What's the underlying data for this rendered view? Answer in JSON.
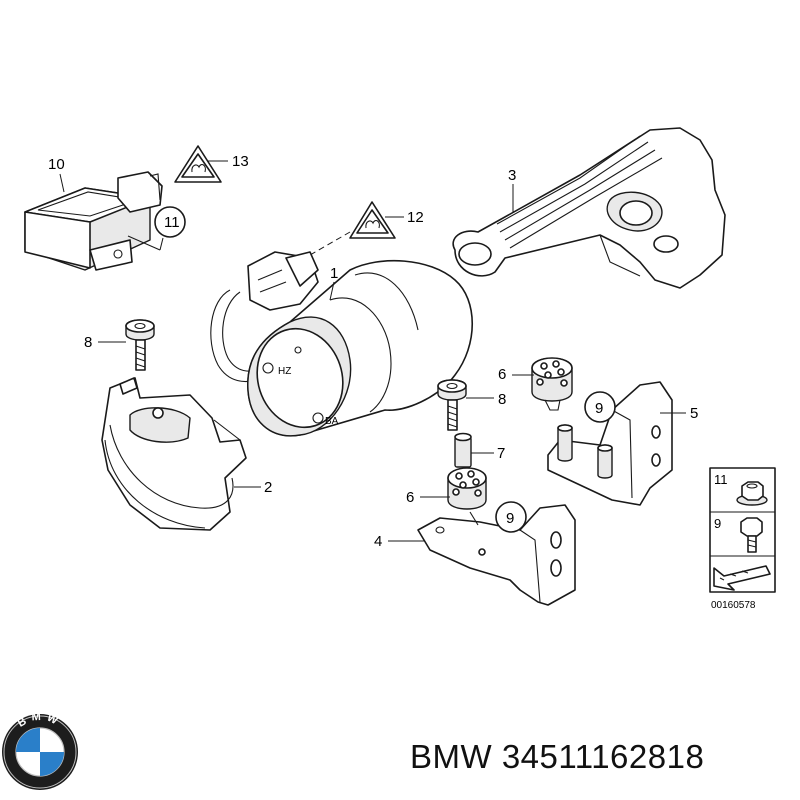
{
  "callouts": {
    "c1": "1",
    "c2": "2",
    "c3": "3",
    "c4": "4",
    "c5": "5",
    "c6a": "6",
    "c6b": "6",
    "c7": "7",
    "c8a": "8",
    "c8b": "8",
    "c9a": "9",
    "c9b": "9",
    "c10": "10",
    "c11": "11",
    "c12": "12",
    "c13": "13"
  },
  "legend": {
    "item11": "11",
    "item9": "9",
    "diagram_number": "00160578"
  },
  "pump_marks": {
    "mark_a": "HZ",
    "mark_b": "BA"
  },
  "logo": {
    "text": "BMW"
  },
  "footer": {
    "brand": "BMW",
    "part_number": "34511162818"
  },
  "colors": {
    "logo_blue": "#2a7fc9",
    "ink": "#1a1a1a",
    "background": "#ffffff"
  }
}
